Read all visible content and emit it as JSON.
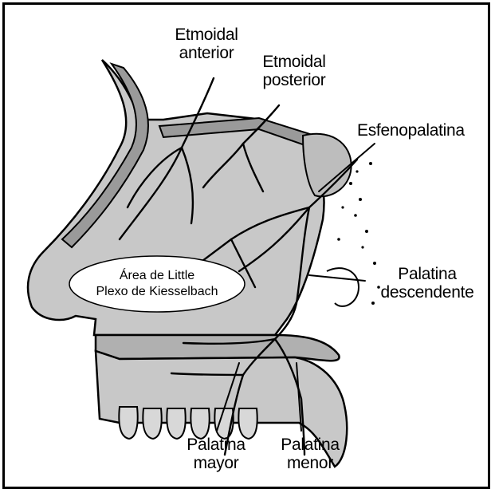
{
  "colors": {
    "tissue": "#c8c8c8",
    "bone": "#9a9a9a",
    "vessel": "#000000",
    "oval": "#ffffff",
    "text": "#000000"
  },
  "labels": {
    "etmoidal_anterior": [
      "Etmoidal",
      "anterior"
    ],
    "etmoidal_posterior": [
      "Etmoidal",
      "posterior"
    ],
    "esfenopalatina": "Esfenopalatina",
    "palatina_descendente": [
      "Palatina",
      "descendente"
    ],
    "palatina_mayor": [
      "Palatina",
      "mayor"
    ],
    "palatina_menor": [
      "Palatina",
      "menor"
    ]
  },
  "little_area": {
    "line1": "Área de Little",
    "line2": "Plexo de Kiesselbach"
  }
}
